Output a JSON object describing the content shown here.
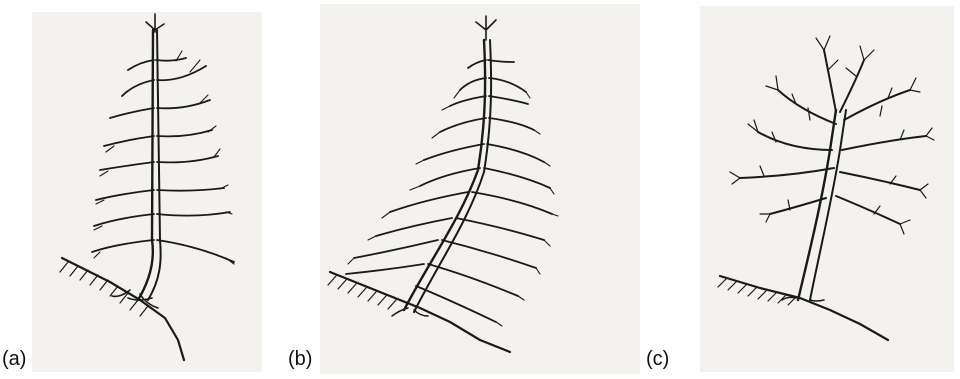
{
  "figure": {
    "panels": [
      {
        "id": "a",
        "label": "(a)",
        "tree": "conifer-upright-trunk-on-slope"
      },
      {
        "id": "b",
        "label": "(b)",
        "tree": "conifer-leaning-trunk-on-slope"
      },
      {
        "id": "c",
        "label": "(c)",
        "tree": "deciduous-spreading-crown-on-slope"
      }
    ]
  }
}
